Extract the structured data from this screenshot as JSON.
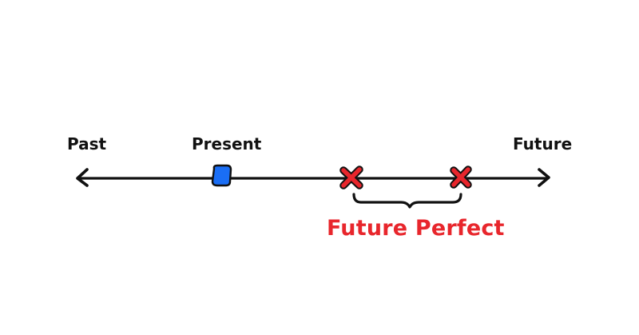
{
  "labels": {
    "past": "Past",
    "present": "Present",
    "future": "Future",
    "future_perfect": "Future Perfect"
  },
  "colors": {
    "ink": "#111111",
    "present_marker": "#1a6ef5",
    "highlight": "#e8262c"
  },
  "markers": [
    {
      "name": "present-marker",
      "shape": "rounded-square",
      "color": "#1a6ef5"
    },
    {
      "name": "event-marker-1",
      "shape": "x",
      "color": "#e8262c"
    },
    {
      "name": "event-marker-2",
      "shape": "x",
      "color": "#e8262c"
    }
  ]
}
